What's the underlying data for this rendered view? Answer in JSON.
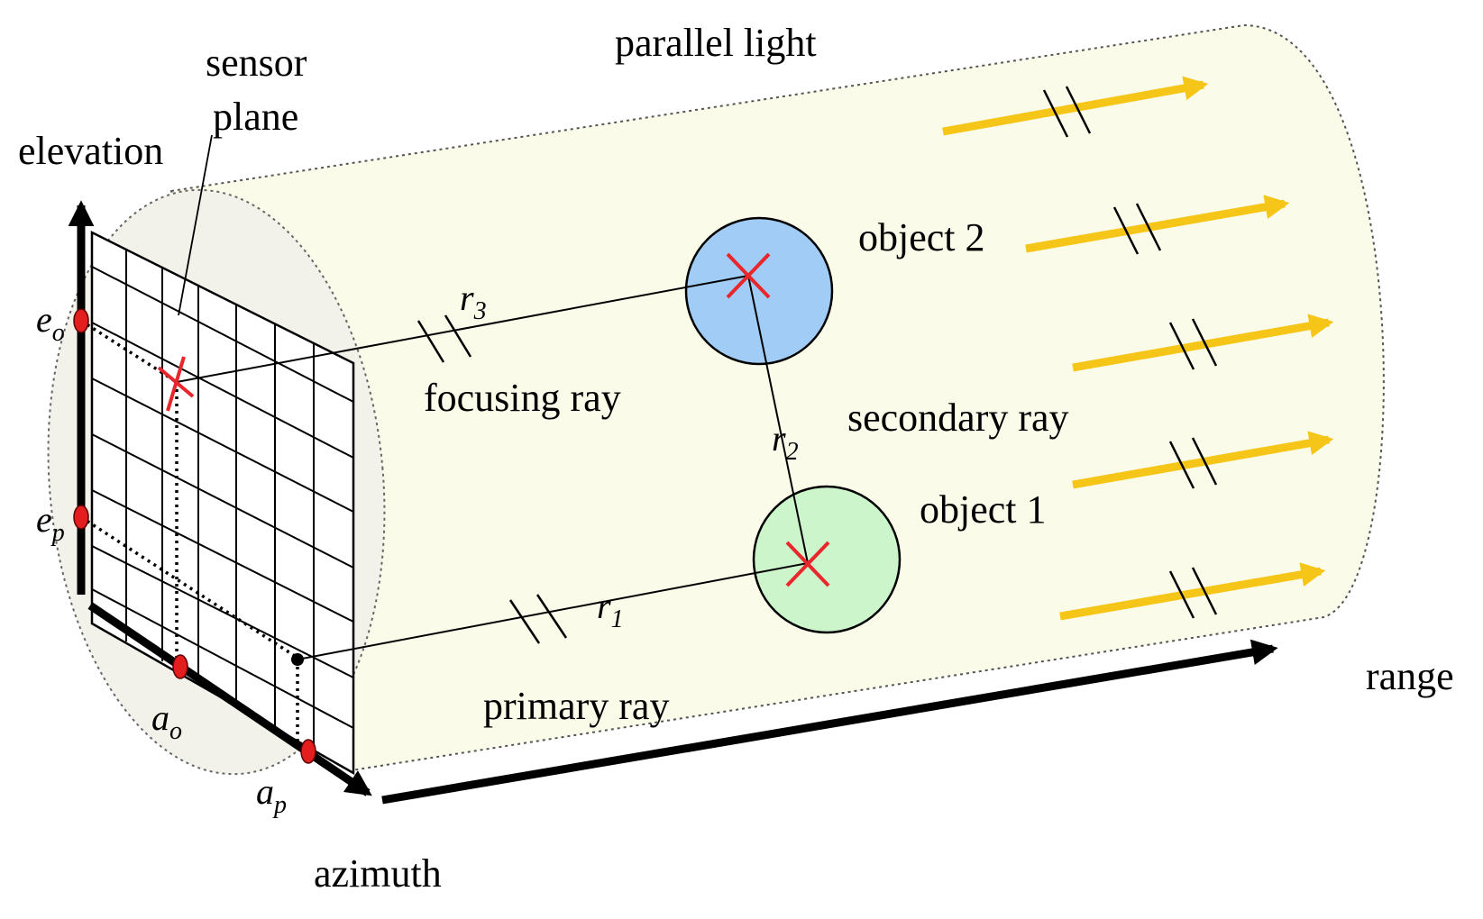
{
  "labels": {
    "sensor_plane_line1": "sensor",
    "sensor_plane_line2": "plane",
    "parallel_light": "parallel light",
    "elevation": "elevation",
    "azimuth": "azimuth",
    "range": "range",
    "object1": "object 1",
    "object2": "object 2",
    "focusing_ray": "focusing ray",
    "secondary_ray": "secondary ray",
    "primary_ray": "primary ray"
  },
  "math_labels": {
    "r1": {
      "base": "r",
      "sub": "1"
    },
    "r2": {
      "base": "r",
      "sub": "2"
    },
    "r3": {
      "base": "r",
      "sub": "3"
    },
    "eo": {
      "base": "e",
      "sub": "o"
    },
    "ep": {
      "base": "e",
      "sub": "p"
    },
    "ao": {
      "base": "a",
      "sub": "o"
    },
    "ap": {
      "base": "a",
      "sub": "p"
    }
  },
  "colors": {
    "cylinder_fill": "#fbfbe9",
    "object1_fill": "#ccf5cc",
    "object2_fill": "#a0ccf5",
    "light_arrow": "#f5c518",
    "marker_x": "#e8262b",
    "marker_dot": "#e41e1e"
  },
  "icons": {
    "light_arrows": "arrow-right-icon",
    "object_markers": "cross-icon"
  }
}
